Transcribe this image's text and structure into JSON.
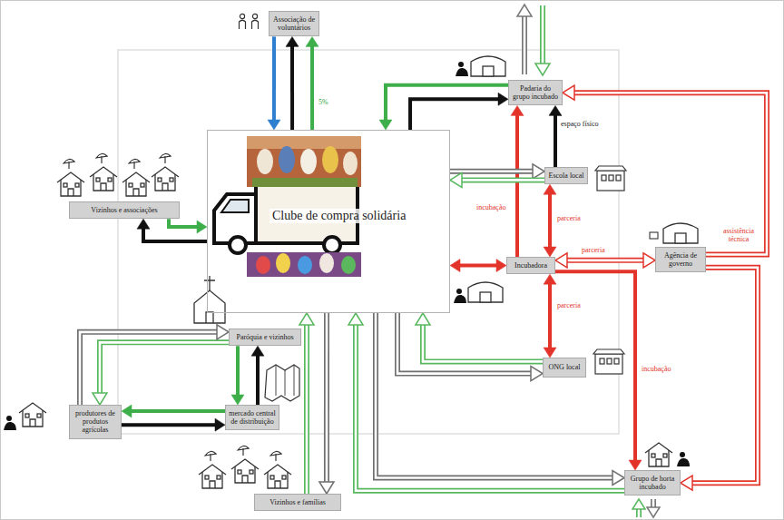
{
  "diagram": {
    "nodes": [
      {
        "text": [
          "Associação de voluntários"
        ]
      },
      {
        "text": [
          "Padaria do grupo incubado"
        ]
      },
      {
        "text": [
          "Vizinhos e associações"
        ]
      },
      {
        "text": [
          "Clube de compra solidária"
        ]
      },
      {
        "text": [
          "Escola local"
        ]
      },
      {
        "text": [
          "Incubadora"
        ]
      },
      {
        "text": [
          "Agência de governo"
        ]
      },
      {
        "text": [
          "Paróquia e vizinhos"
        ]
      },
      {
        "text": [
          "ONG local"
        ]
      },
      {
        "text": [
          "produtores de produtos agrícolas"
        ]
      },
      {
        "text": [
          "mercado central de distribuição"
        ]
      },
      {
        "text": [
          "Grupo de horta incubado"
        ]
      },
      {
        "text": [
          "Vizinhos e famílias"
        ]
      }
    ],
    "edges": [
      {
        "from": 0,
        "to": 3,
        "arrow": "to"
      },
      {
        "from": 3,
        "to": 0,
        "arrow": "to"
      },
      {
        "from": 3,
        "to": 0,
        "label": "5%",
        "arrow": "to"
      },
      {
        "from": 3,
        "to": 1,
        "arrow": "to"
      },
      {
        "from": 1,
        "to": 3,
        "arrow": "to"
      },
      {
        "from": 4,
        "to": 1,
        "label": "espaço físico",
        "arrow": "to"
      },
      {
        "from": 5,
        "to": 1,
        "label": "incubação",
        "arrow": "to"
      },
      {
        "from": 3,
        "to": 4,
        "arrow": "to"
      },
      {
        "from": 4,
        "to": 3,
        "arrow": "to"
      },
      {
        "from": 5,
        "to": 4,
        "label": "parceria",
        "arrow": "both"
      },
      {
        "from": 3,
        "to": 5,
        "arrow": "both"
      },
      {
        "from": 5,
        "to": 6,
        "label": "parceria",
        "arrow": "both"
      },
      {
        "from": 5,
        "to": 8,
        "label": "parceria",
        "arrow": "both"
      },
      {
        "from": 5,
        "to": 11,
        "label": "incubação",
        "arrow": "to"
      },
      {
        "from": 6,
        "to": 1,
        "label": "assistência técnica",
        "arrow": "to"
      },
      {
        "from": 6,
        "to": 11,
        "arrow": "to"
      },
      {
        "from": 3,
        "to": 2,
        "arrow": "to"
      },
      {
        "from": 2,
        "to": 3,
        "arrow": "to"
      },
      {
        "from": 7,
        "to": 10,
        "arrow": "to"
      },
      {
        "from": 10,
        "to": 7,
        "arrow": "to"
      },
      {
        "from": 10,
        "to": 9,
        "arrow": "to"
      },
      {
        "from": 9,
        "to": 10,
        "arrow": "to"
      },
      {
        "from": 7,
        "to": 9,
        "arrow": "to"
      },
      {
        "from": 9,
        "to": 7,
        "arrow": "to"
      },
      {
        "from": 3,
        "to": 12,
        "arrow": "to"
      },
      {
        "from": 12,
        "to": 3,
        "arrow": "to"
      },
      {
        "from": 3,
        "to": 11,
        "arrow": "to"
      },
      {
        "from": 11,
        "to": 3,
        "arrow": "to"
      },
      {
        "from": 3,
        "to": 8,
        "arrow": "to"
      },
      {
        "from": 8,
        "to": 3,
        "arrow": "to"
      }
    ]
  }
}
